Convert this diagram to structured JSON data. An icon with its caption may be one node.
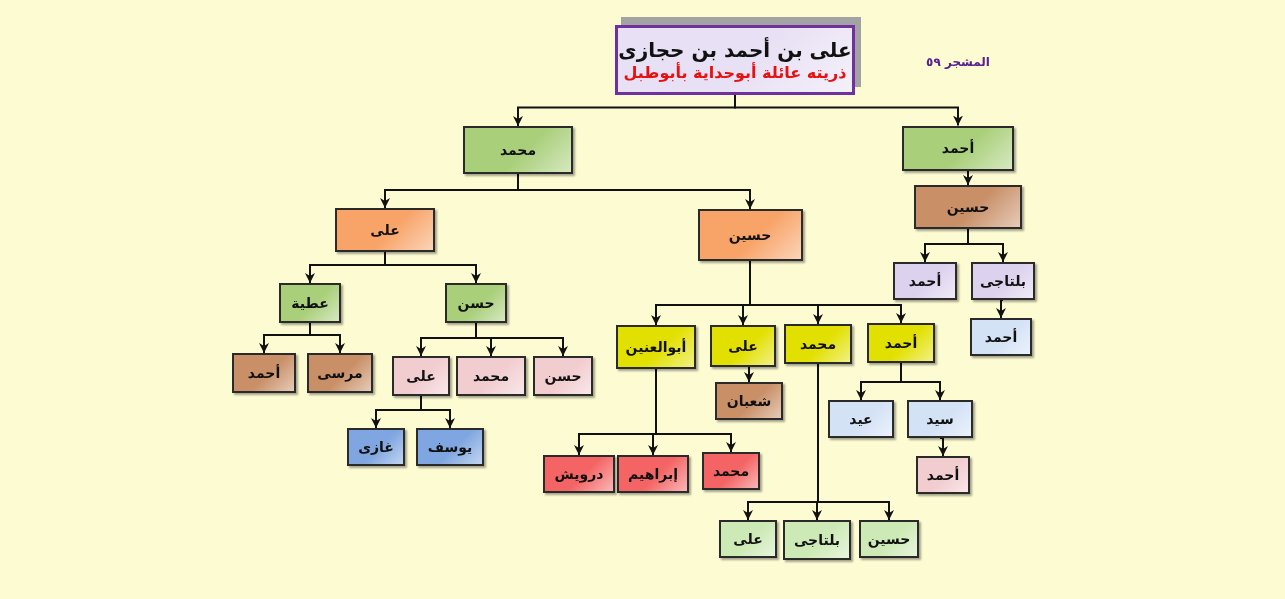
{
  "diagram": {
    "nodes": [
      {
        "text": [
          "على بن أحمد بن حجازى",
          "ذريته عائلة أبوحداية بأبوطبل"
        ]
      },
      {
        "text": [
          "أحمد"
        ]
      },
      {
        "text": [
          "محمد"
        ]
      },
      {
        "text": [
          "حسين"
        ]
      },
      {
        "text": [
          "على"
        ]
      },
      {
        "text": [
          "حسين"
        ]
      },
      {
        "text": [
          "بلتاجى"
        ]
      },
      {
        "text": [
          "أحمد"
        ]
      },
      {
        "text": [
          "أحمد"
        ]
      },
      {
        "text": [
          "عطية"
        ]
      },
      {
        "text": [
          "حسن"
        ]
      },
      {
        "text": [
          "أحمد"
        ]
      },
      {
        "text": [
          "محمد"
        ]
      },
      {
        "text": [
          "على"
        ]
      },
      {
        "text": [
          "أبوالعنين"
        ]
      },
      {
        "text": [
          "مرسى"
        ]
      },
      {
        "text": [
          "أحمد"
        ]
      },
      {
        "text": [
          "حسن"
        ]
      },
      {
        "text": [
          "محمد"
        ]
      },
      {
        "text": [
          "على"
        ]
      },
      {
        "text": [
          "شعبان"
        ]
      },
      {
        "text": [
          "سيد"
        ]
      },
      {
        "text": [
          "عيد"
        ]
      },
      {
        "text": [
          "يوسف"
        ]
      },
      {
        "text": [
          "غازى"
        ]
      },
      {
        "text": [
          "أحمد"
        ]
      },
      {
        "text": [
          "محمد"
        ]
      },
      {
        "text": [
          "إبراهيم"
        ]
      },
      {
        "text": [
          "درويش"
        ]
      },
      {
        "text": [
          "حسين"
        ]
      },
      {
        "text": [
          "بلتاجى"
        ]
      },
      {
        "text": [
          "على"
        ]
      }
    ],
    "edges": [
      {
        "from": 0,
        "to": 1,
        "arrow": "to"
      },
      {
        "from": 0,
        "to": 2,
        "arrow": "to"
      },
      {
        "from": 1,
        "to": 3,
        "arrow": "to"
      },
      {
        "from": 2,
        "to": 4,
        "arrow": "to"
      },
      {
        "from": 2,
        "to": 5,
        "arrow": "to"
      },
      {
        "from": 3,
        "to": 6,
        "arrow": "to"
      },
      {
        "from": 3,
        "to": 7,
        "arrow": "to"
      },
      {
        "from": 6,
        "to": 8,
        "arrow": "to"
      },
      {
        "from": 4,
        "to": 9,
        "arrow": "to"
      },
      {
        "from": 4,
        "to": 10,
        "arrow": "to"
      },
      {
        "from": 5,
        "to": 11,
        "arrow": "to"
      },
      {
        "from": 5,
        "to": 12,
        "arrow": "to"
      },
      {
        "from": 5,
        "to": 13,
        "arrow": "to"
      },
      {
        "from": 5,
        "to": 14,
        "arrow": "to"
      },
      {
        "from": 9,
        "to": 15,
        "arrow": "to"
      },
      {
        "from": 9,
        "to": 16,
        "arrow": "to"
      },
      {
        "from": 10,
        "to": 17,
        "arrow": "to"
      },
      {
        "from": 10,
        "to": 18,
        "arrow": "to"
      },
      {
        "from": 10,
        "to": 19,
        "arrow": "to"
      },
      {
        "from": 13,
        "to": 20,
        "arrow": "to"
      },
      {
        "from": 11,
        "to": 21,
        "arrow": "to"
      },
      {
        "from": 11,
        "to": 22,
        "arrow": "to"
      },
      {
        "from": 19,
        "to": 23,
        "arrow": "to"
      },
      {
        "from": 19,
        "to": 24,
        "arrow": "to"
      },
      {
        "from": 21,
        "to": 25,
        "arrow": "to"
      },
      {
        "from": 14,
        "to": 26,
        "arrow": "to"
      },
      {
        "from": 14,
        "to": 27,
        "arrow": "to"
      },
      {
        "from": 14,
        "to": 28,
        "arrow": "to"
      },
      {
        "from": 12,
        "to": 29,
        "arrow": "to"
      },
      {
        "from": 12,
        "to": 30,
        "arrow": "to"
      },
      {
        "from": 12,
        "to": 31,
        "arrow": "to"
      }
    ],
    "labels": [
      "المشجر ٥٩"
    ]
  }
}
